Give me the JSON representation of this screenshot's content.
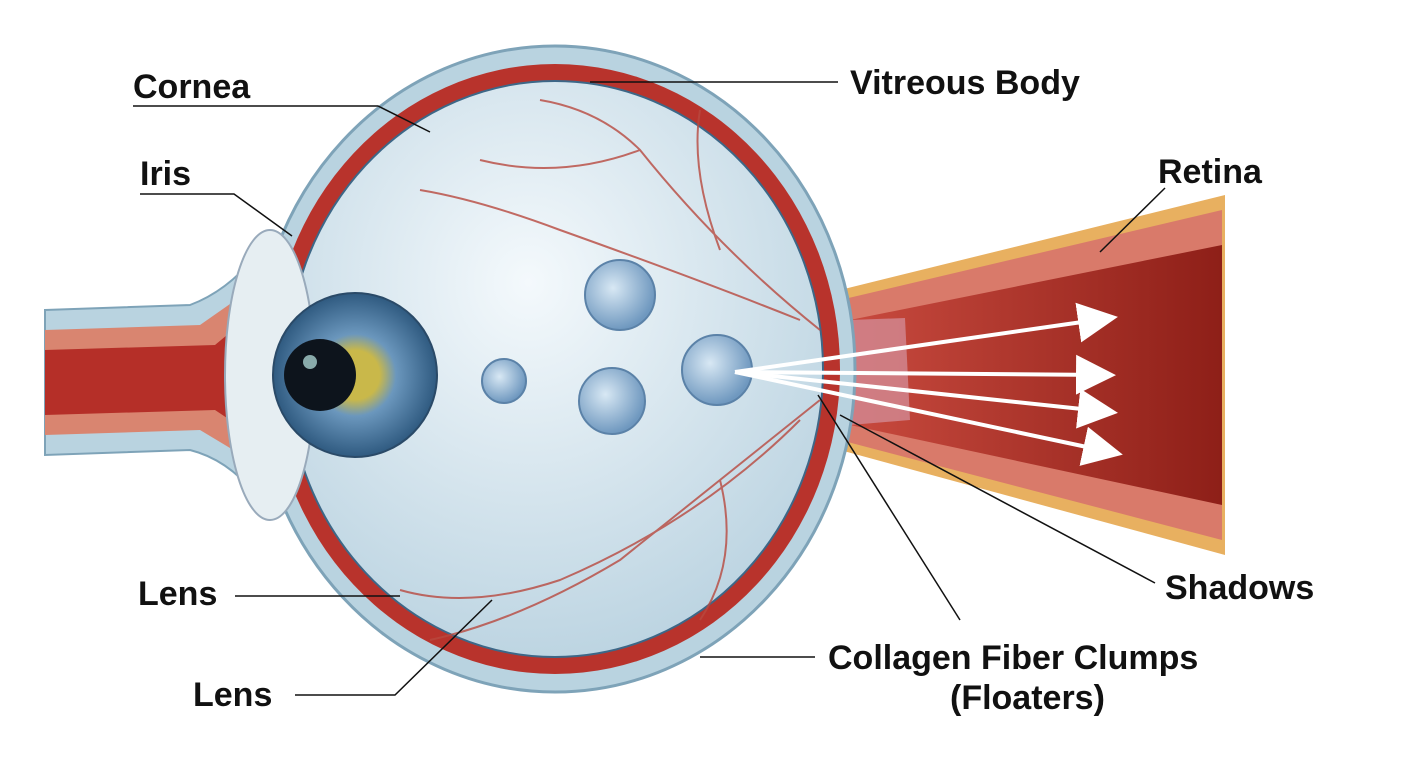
{
  "labels": {
    "cornea": "Cornea",
    "vitreous_body": "Vitreous Body",
    "iris": "Iris",
    "retina": "Retina",
    "lens_upper": "Lens",
    "lens_lower": "Lens",
    "shadows": "Shadows",
    "collagen_line1": "Collagen Fiber Clumps",
    "collagen_line2": "(Floaters)"
  },
  "colors": {
    "sclera_outer": "#b9d3e0",
    "choroid": "#b8332c",
    "vitreous": "#dcebf2",
    "iris": "#4d7fa8",
    "floater": "#8fb3d3",
    "nerve": "#a52a22",
    "sheath": "#e8b060"
  }
}
